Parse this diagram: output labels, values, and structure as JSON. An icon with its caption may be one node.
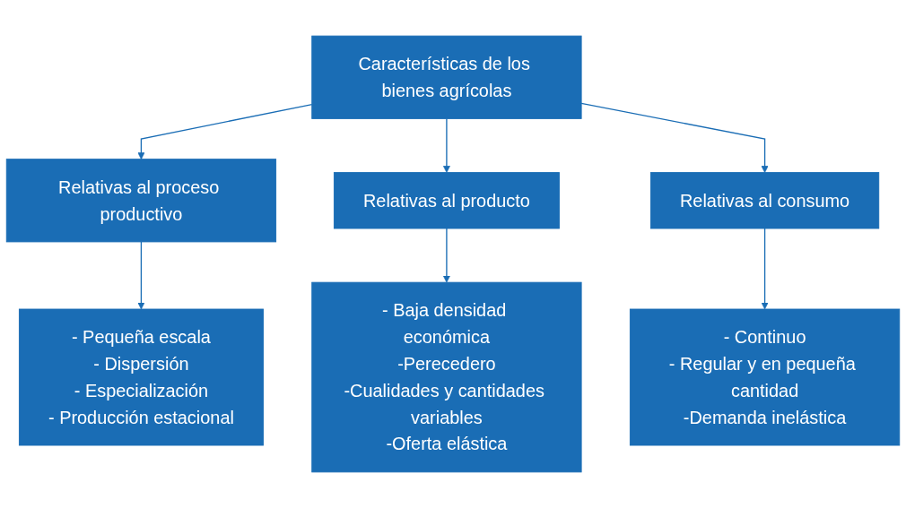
{
  "diagram": {
    "nodes": [
      {
        "text": [
          "Características de los bienes agrícolas"
        ]
      },
      {
        "text": [
          "Relativas al proceso productivo"
        ]
      },
      {
        "text": [
          "Relativas al producto"
        ]
      },
      {
        "text": [
          "Relativas al consumo"
        ]
      },
      {
        "text": [
          "- Pequeña escala",
          "- Dispersión",
          "- Especialización",
          "- Producción estacional"
        ]
      },
      {
        "text": [
          "- Baja densidad económica",
          "-Perecedero",
          "-Cualidades y cantidades variables",
          "-Oferta elástica"
        ]
      },
      {
        "text": [
          "- Continuo",
          "- Regular y en pequeña cantidad",
          "-Demanda inelástica"
        ]
      }
    ],
    "edges": [
      {
        "from": 0,
        "to": 1,
        "arrow": "to"
      },
      {
        "from": 0,
        "to": 2,
        "arrow": "to"
      },
      {
        "from": 0,
        "to": 3,
        "arrow": "to"
      },
      {
        "from": 1,
        "to": 4,
        "arrow": "to"
      },
      {
        "from": 2,
        "to": 5,
        "arrow": "to"
      },
      {
        "from": 3,
        "to": 6,
        "arrow": "to"
      }
    ]
  }
}
